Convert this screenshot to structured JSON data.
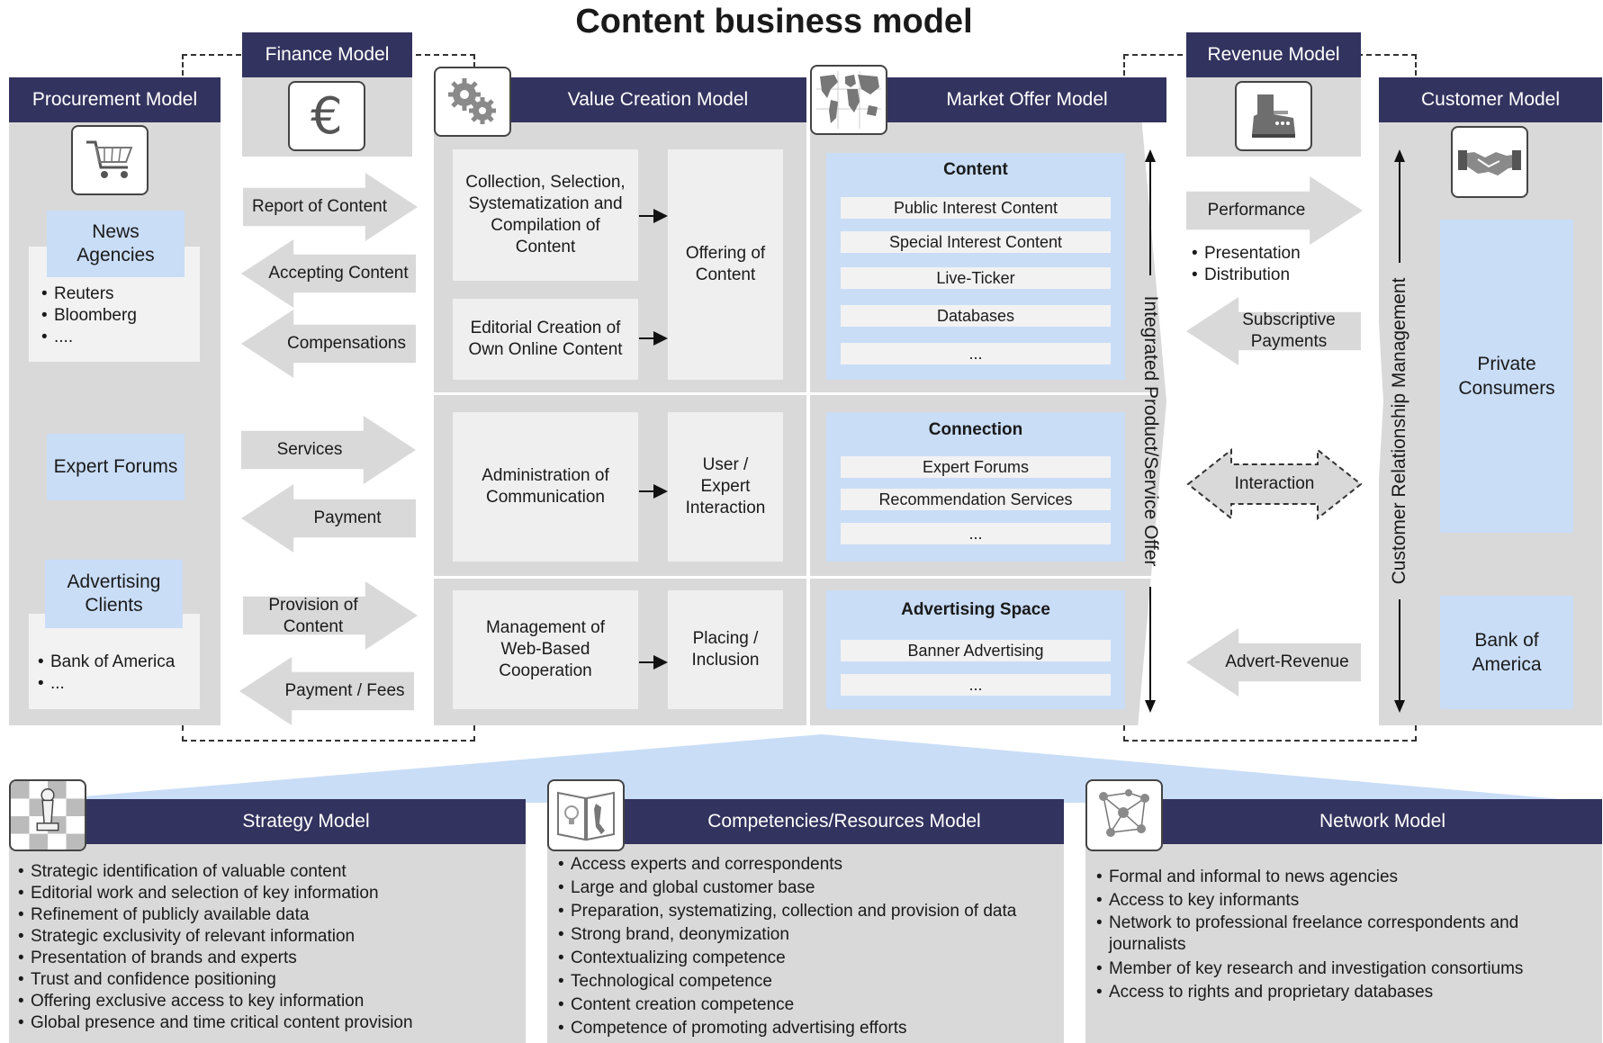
{
  "title": "Content business model",
  "procurement": {
    "header": "Procurement Model",
    "news_agencies": "News Agencies",
    "news_list": [
      "Reuters",
      "Bloomberg",
      "...."
    ],
    "expert_forums": "Expert Forums",
    "advertising_clients": "Advertising Clients",
    "adv_list": [
      "Bank of America",
      "..."
    ]
  },
  "finance": {
    "header": "Finance Model",
    "arrows": [
      "Report of Content",
      "Accepting Content",
      "Compensations",
      "Services",
      "Payment",
      "Provision of Content",
      "Payment / Fees"
    ]
  },
  "value_creation": {
    "header": "Value Creation Model",
    "row1": {
      "a": "Collection, Selection, Systematization and Compilation of Content",
      "b": "Editorial Creation of Own Online Content",
      "out": "Offering of Content"
    },
    "row2": {
      "a": "Administration of Communication",
      "out": "User / Expert Interaction"
    },
    "row3": {
      "a": "Management of Web-Based Cooperation",
      "out": "Placing / Inclusion"
    }
  },
  "market_offer": {
    "header": "Market Offer Model",
    "side_label": "Integrated Product/Service Offer",
    "content": {
      "title": "Content",
      "items": [
        "Public Interest Content",
        "Special Interest Content",
        "Live-Ticker",
        "Databases",
        "..."
      ]
    },
    "connection": {
      "title": "Connection",
      "items": [
        "Expert Forums",
        "Recommendation Services",
        "..."
      ]
    },
    "advertising": {
      "title": "Advertising Space",
      "items": [
        "Banner Advertising",
        "..."
      ]
    }
  },
  "revenue": {
    "header": "Revenue Model",
    "performance": "Performance",
    "perf_list": [
      "Presentation",
      "Distribution"
    ],
    "subscriptive": "Subscriptive Payments",
    "interaction": "Interaction",
    "advert": "Advert-Revenue"
  },
  "customer": {
    "header": "Customer Model",
    "side_label": "Customer Relationship Management",
    "private": "Private Consumers",
    "bank": "Bank of America"
  },
  "strategy": {
    "header": "Strategy Model",
    "items": [
      "Strategic identification of valuable content",
      "Editorial work and selection of key information",
      "Refinement of publicly available data",
      "Strategic exclusivity of relevant information",
      "Presentation of brands and experts",
      "Trust and confidence positioning",
      "Offering exclusive access to key information",
      "Global presence and time critical content provision"
    ]
  },
  "competencies": {
    "header": "Competencies/Resources Model",
    "items": [
      "Access experts and correspondents",
      "Large and global customer base",
      "Preparation, systematizing, collection and provision of data",
      "Strong brand, deonymization",
      "Contextualizing competence",
      "Technological competence",
      "Content creation competence",
      "Competence of promoting advertising efforts"
    ]
  },
  "network": {
    "header": "Network Model",
    "items": [
      "Formal and informal to news agencies",
      "Access to key informants",
      "Network to professional freelance correspondents and journalists",
      "Member of key research and investigation consortiums",
      "Access to rights and proprietary databases"
    ]
  },
  "icons": {
    "procurement": "shopping-cart-icon",
    "finance": "euro-icon",
    "value_creation": "gears-icon",
    "market_offer": "world-map-icon",
    "revenue": "cash-register-icon",
    "customer": "handshake-icon",
    "strategy": "chess-icon",
    "competencies": "tools-icon",
    "network": "network-icon"
  },
  "colors": {
    "header": "#33335f",
    "panel": "#d9d9d9",
    "highlight": "#c9ddf7"
  }
}
